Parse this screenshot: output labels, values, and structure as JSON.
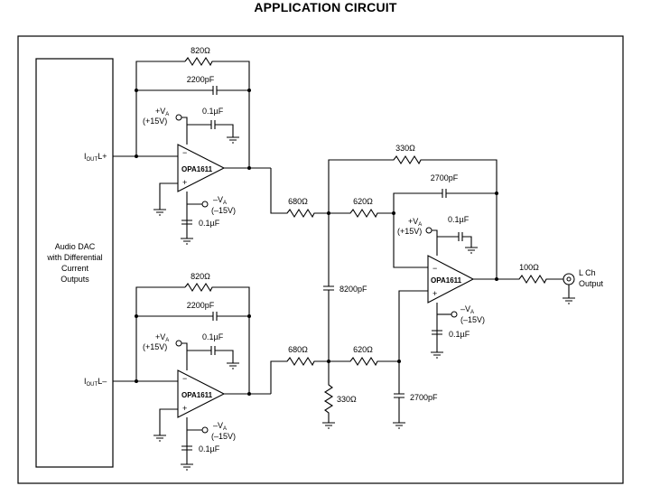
{
  "title": "APPLICATION CIRCUIT",
  "dac": {
    "lines": [
      "Audio DAC",
      "with Differential",
      "Current",
      "Outputs"
    ],
    "out_pos_main": "I",
    "out_pos_sub": "OUT",
    "out_pos_tail": "L+",
    "out_neg_main": "I",
    "out_neg_sub": "OUT",
    "out_neg_tail": "L–"
  },
  "opamp_label": "OPA1611",
  "supply": {
    "pos_main": "+V",
    "pos_sub": "A",
    "pos_val": "(+15V)",
    "neg_main": "–V",
    "neg_sub": "A",
    "neg_val": "(–15V)",
    "bypass": "0.1µF"
  },
  "components": {
    "r_fb": "820Ω",
    "c_fb": "2200pF",
    "r_in": "680Ω",
    "r_series": "620Ω",
    "r_fb2": "330Ω",
    "c_fb2": "2700pF",
    "c_diff": "8200pF",
    "r_gnd": "330Ω",
    "c_gnd": "2700pF",
    "r_out": "100Ω"
  },
  "output": {
    "line1": "L Ch",
    "line2": "Output"
  }
}
